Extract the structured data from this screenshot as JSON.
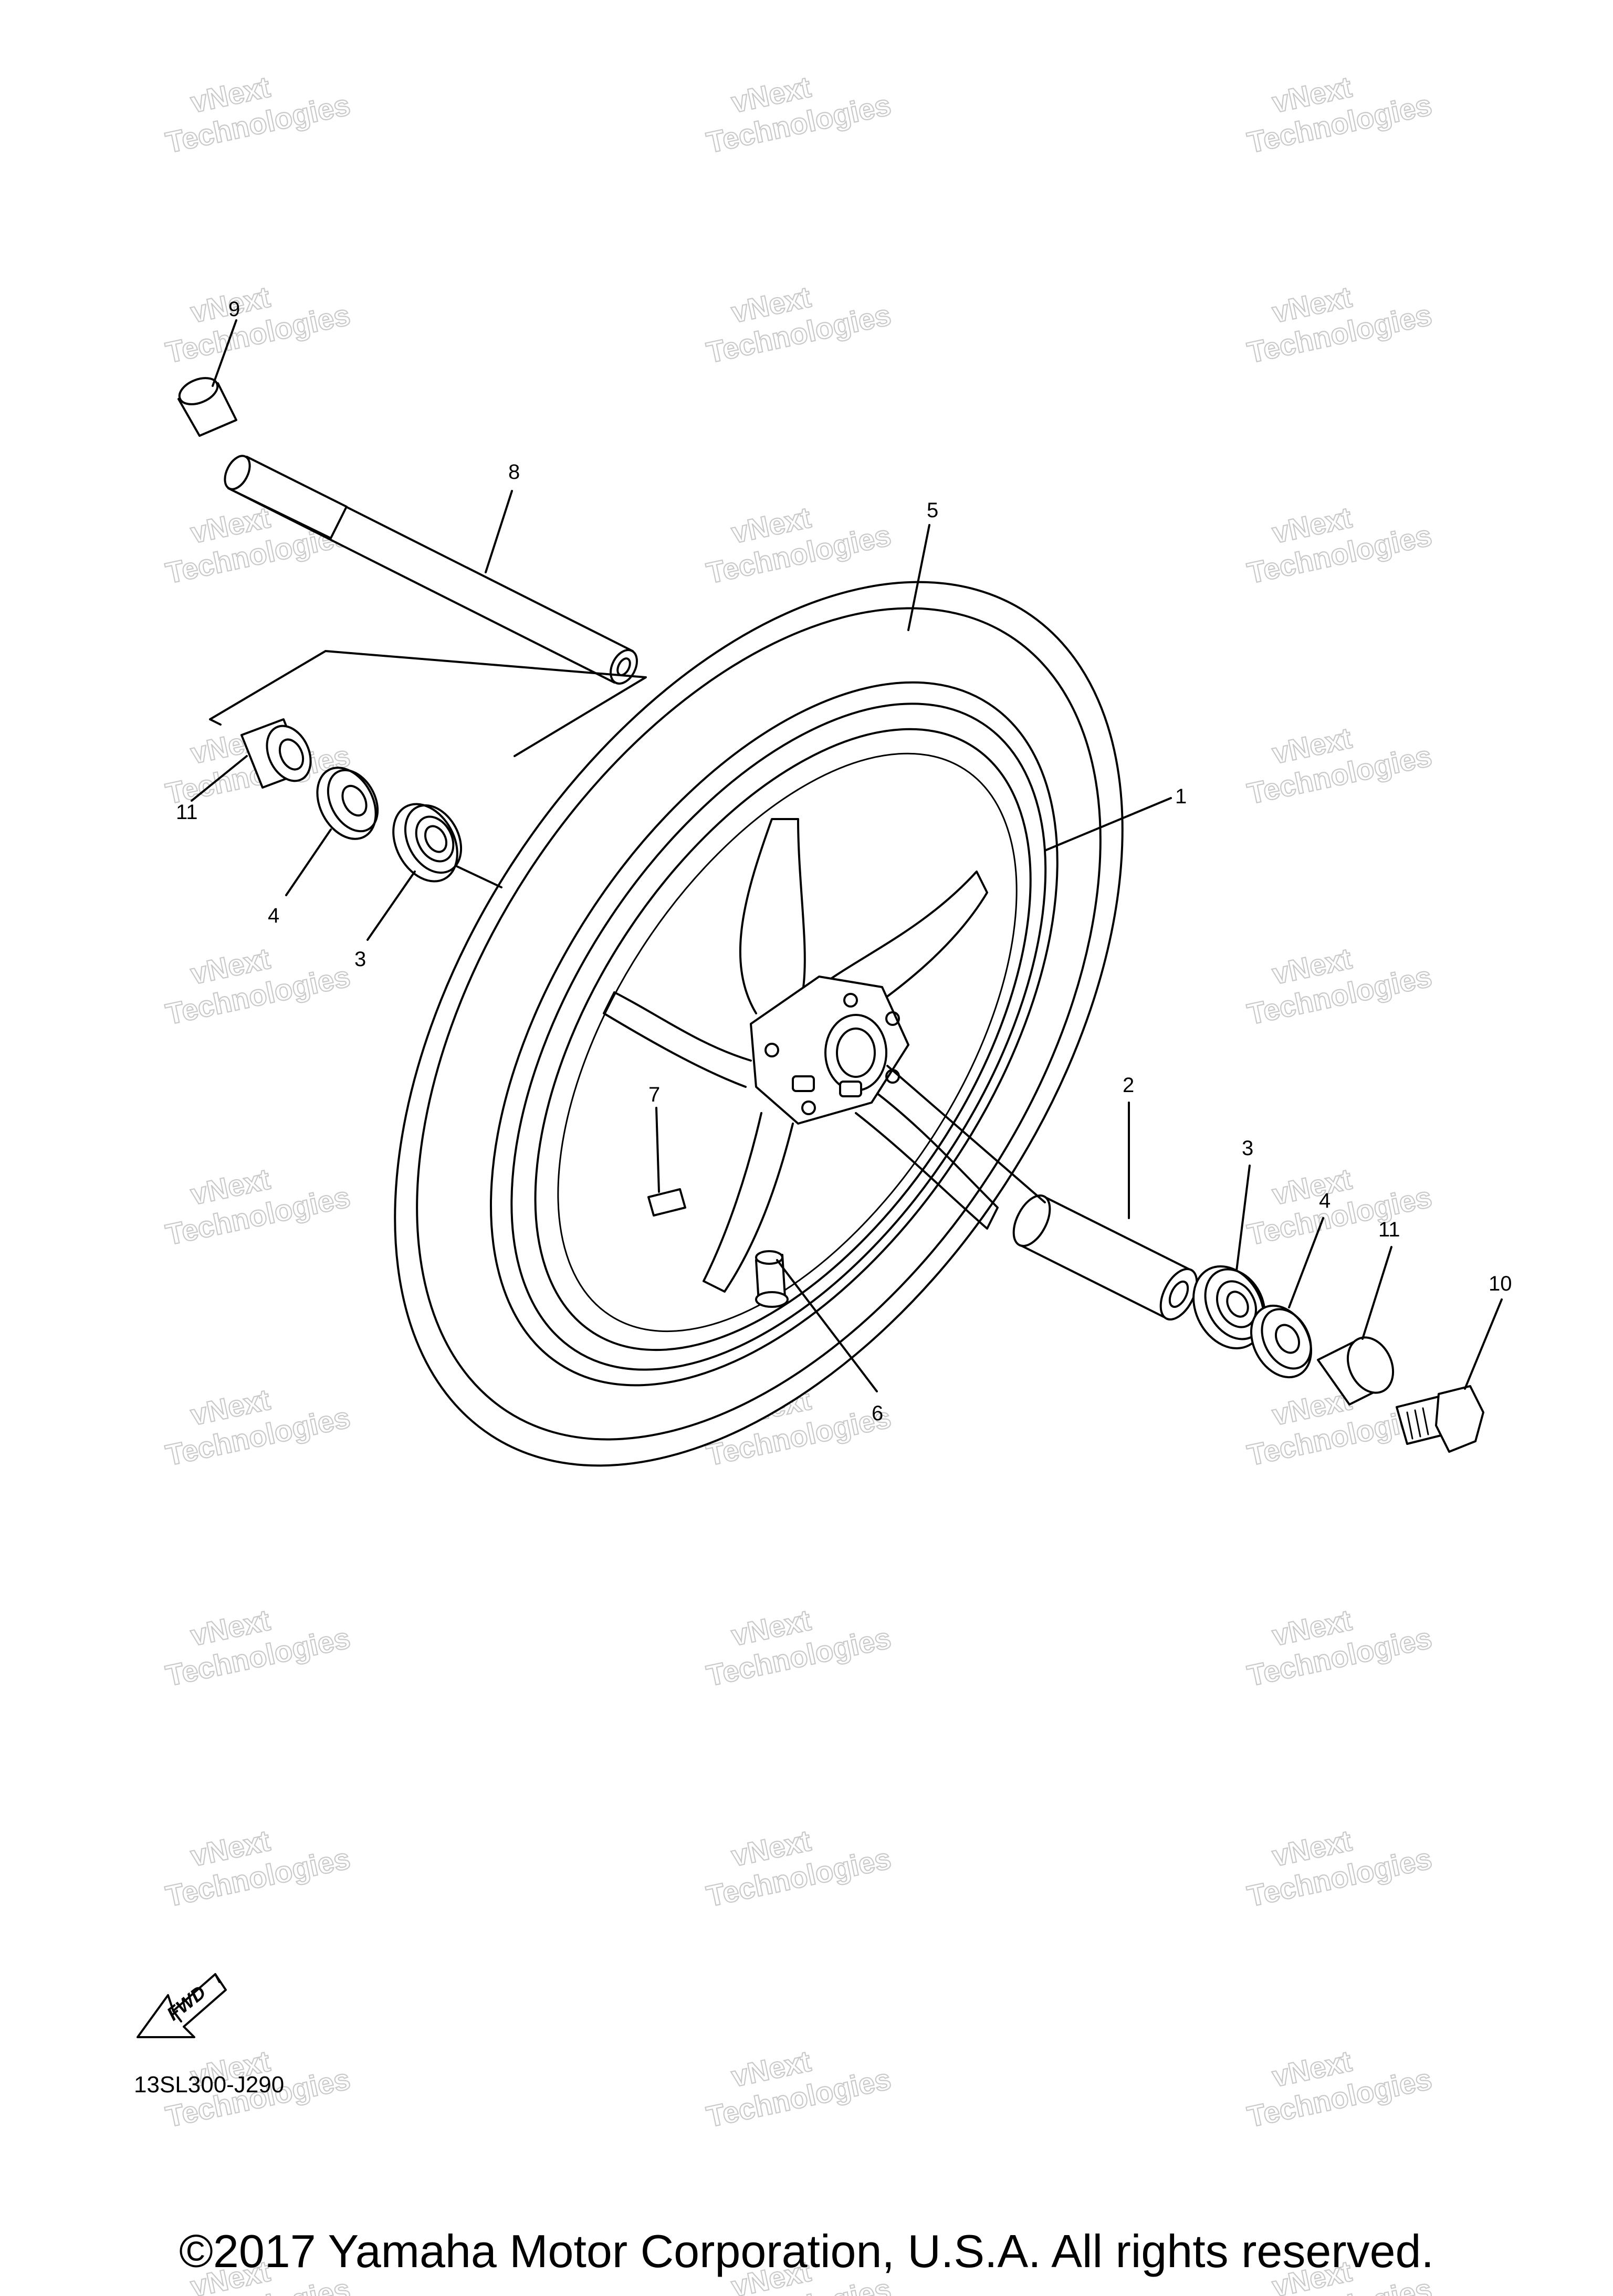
{
  "watermark": {
    "line1": "vNext",
    "line2": "Technologies"
  },
  "callouts": [
    {
      "id": "1",
      "label": "1"
    },
    {
      "id": "2",
      "label": "2"
    },
    {
      "id": "3a",
      "label": "3"
    },
    {
      "id": "3b",
      "label": "3"
    },
    {
      "id": "4a",
      "label": "4"
    },
    {
      "id": "4b",
      "label": "4"
    },
    {
      "id": "5",
      "label": "5"
    },
    {
      "id": "6",
      "label": "6"
    },
    {
      "id": "7",
      "label": "7"
    },
    {
      "id": "8",
      "label": "8"
    },
    {
      "id": "9",
      "label": "9"
    },
    {
      "id": "10",
      "label": "10"
    },
    {
      "id": "11a",
      "label": "11"
    },
    {
      "id": "11b",
      "label": "11"
    }
  ],
  "fwd_label": "FWD",
  "diagram_code": "13SL300-J290",
  "copyright": "©2017 Yamaha Motor Corporation, U.S.A. All rights reserved."
}
